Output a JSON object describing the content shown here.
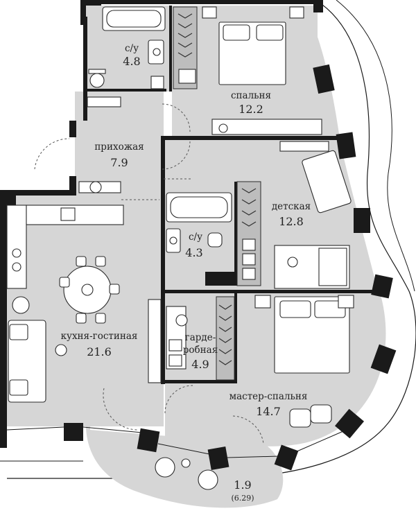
{
  "rooms": [
    {
      "name": "bathroom-1",
      "label": "с/у",
      "area": "4.8"
    },
    {
      "name": "bedroom",
      "label": "спальня",
      "area": "12.2"
    },
    {
      "name": "hallway",
      "label": "прихожая",
      "area": "7.9"
    },
    {
      "name": "kids-room",
      "label": "детская",
      "area": "12.8"
    },
    {
      "name": "bathroom-2",
      "label": "с/у",
      "area": "4.3"
    },
    {
      "name": "kitchen-living",
      "label": "кухня-гостиная",
      "area": "21.6"
    },
    {
      "name": "wardrobe",
      "label_line1": "гарде-",
      "label_line2": "робная",
      "area": "4.9"
    },
    {
      "name": "master-bedroom",
      "label": "мастер-спальня",
      "area": "14.7"
    },
    {
      "name": "balcony",
      "area": "1.9",
      "area_total": "(6.29)"
    }
  ],
  "colors": {
    "floor": "#d6d6d6",
    "wall": "#1a1a1a",
    "background": "#ffffff"
  }
}
